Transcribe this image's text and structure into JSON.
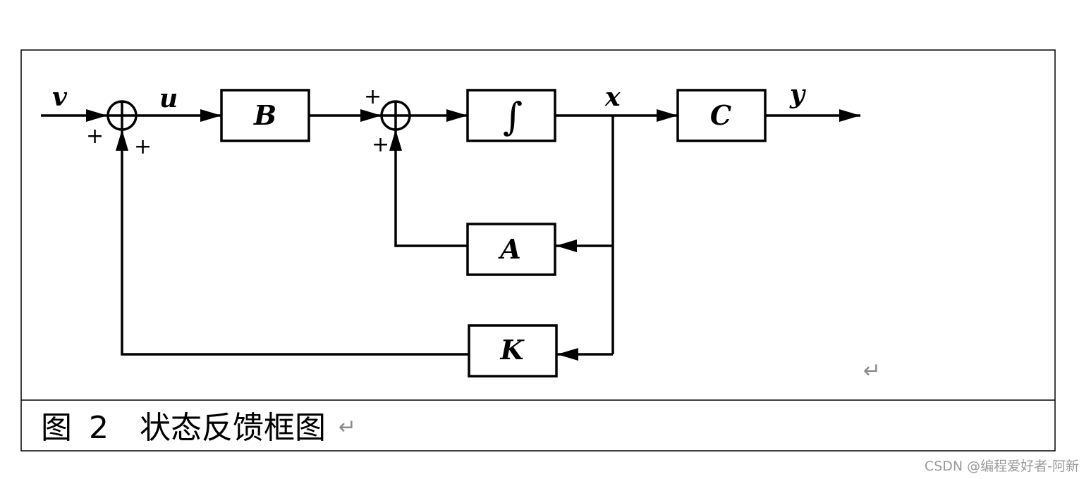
{
  "diagram": {
    "signals": {
      "v": "v",
      "u": "u",
      "x": "x",
      "y": "y"
    },
    "blocks": {
      "B": "B",
      "integrator": "∫",
      "C": "C",
      "A": "A",
      "K": "K"
    },
    "signs": {
      "s1_left": "+",
      "s1_bottom": "+",
      "s2_top": "+",
      "s2_bottom": "+"
    },
    "paragraph_mark": "↵"
  },
  "caption": {
    "label": "图",
    "number": "2",
    "text": "状态反馈框图",
    "mark": "↵"
  },
  "watermark": "CSDN @编程爱好者-阿新"
}
